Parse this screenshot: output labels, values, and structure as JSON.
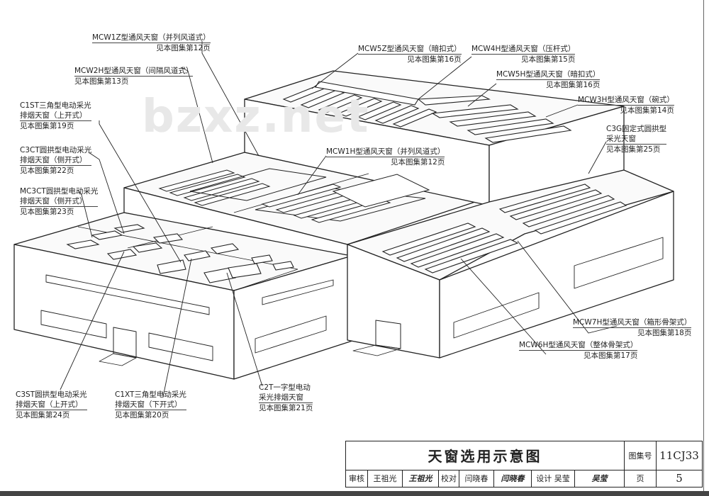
{
  "watermark": "bzxz.net",
  "callouts": {
    "mcw1z": {
      "name": "MCW1Z型通风天窗（并列风道式）",
      "ref": "见本图集第12页"
    },
    "mcw2h": {
      "name": "MCW2H型通风天窗（间隔风道式）",
      "ref": "见本图集第13页"
    },
    "c1st": {
      "l1": "C1ST三角型电动采光",
      "l2": "排烟天窗（上开式）",
      "ref": "见本图集第19页"
    },
    "c3ct": {
      "l1": "C3CT圆拱型电动采光",
      "l2": "排烟天窗（侧开式）",
      "ref": "见本图集第22页"
    },
    "mc3ct": {
      "l1": "MC3CT圆拱型电动采光",
      "l2": "排烟天窗（侧开式）",
      "ref": "见本图集第23页"
    },
    "mcw5z": {
      "name": "MCW5Z型通风天窗（暗扣式）",
      "ref": "见本图集第16页"
    },
    "mcw4h": {
      "name": "MCW4H型通风天窗（压杆式）",
      "ref": "见本图集第15页"
    },
    "mcw5h": {
      "name": "MCW5H型通风天窗（暗扣式）",
      "ref": "见本图集第16页"
    },
    "mcw3h": {
      "name": "MCW3H型通风天窗（碗式）",
      "ref": "见本图集第14页"
    },
    "c3g": {
      "l1": "C3G固定式圆拱型",
      "l2": "采光天窗",
      "ref": "见本图集第25页"
    },
    "mcw1h": {
      "name": "MCW1H型通风天窗（并列风道式）",
      "ref": "见本图集第12页"
    },
    "mcw7h": {
      "name": "MCW7H型通风天窗（箱形骨架式）",
      "ref": "见本图集第18页"
    },
    "mcw6h": {
      "name": "MCW6H型通风天窗（整体骨架式）",
      "ref": "见本图集第17页"
    },
    "c3st": {
      "l1": "C3ST圆拱型电动采光",
      "l2": "排烟天窗（上开式）",
      "ref": "见本图集第24页"
    },
    "c1xt": {
      "l1": "C1XT三角型电动采光",
      "l2": "排烟天窗（下开式）",
      "ref": "见本图集第20页"
    },
    "c2t": {
      "l1": "C2T一字型电动",
      "l2": "采光排烟天窗",
      "ref": "见本图集第21页"
    }
  },
  "titleblock": {
    "title": "天窗选用示意图",
    "atlas_label": "图集号",
    "atlas_no": "11CJ33",
    "review_label": "审核",
    "reviewer": "王祖光",
    "reviewer_sig": "王祖光",
    "check_label": "校对",
    "checker": "闫晓春",
    "checker_sig": "闫晓春",
    "design_label": "设计",
    "designer": "吴莹",
    "designer_sig": "吴莹",
    "page_label": "页",
    "page_no": "5"
  }
}
